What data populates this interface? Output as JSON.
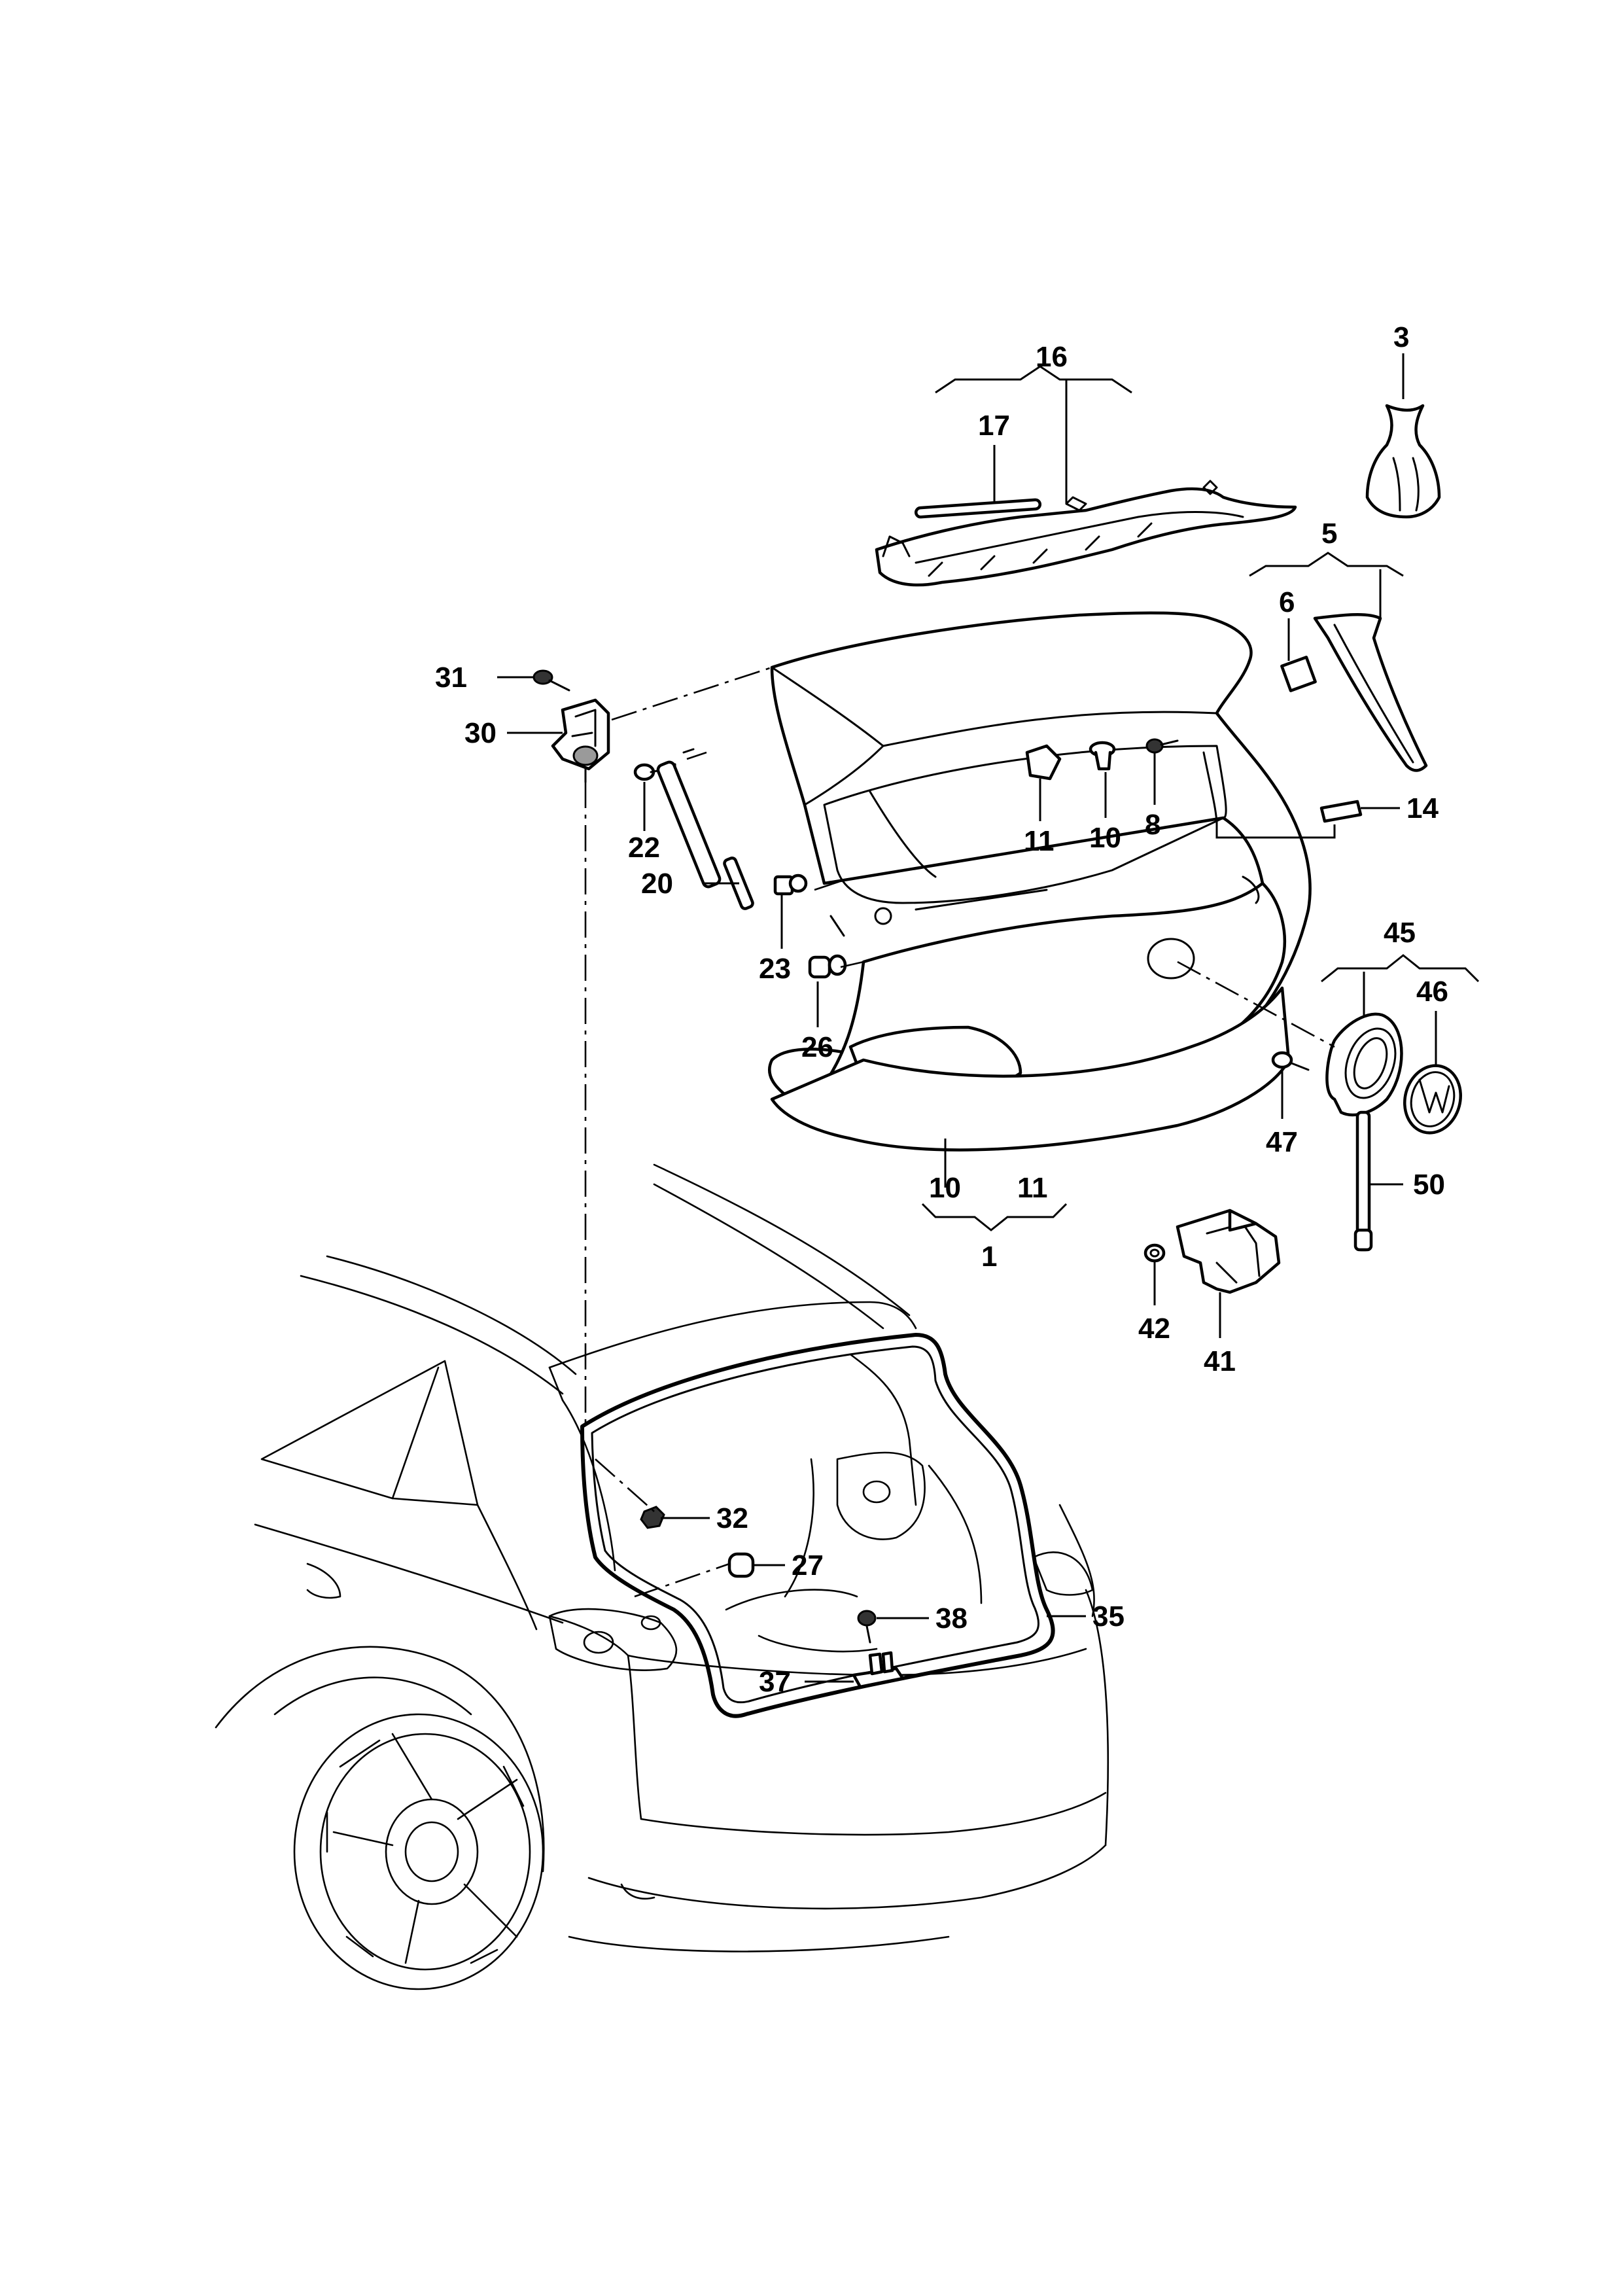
{
  "diagram": {
    "type": "exploded-parts-diagram",
    "callouts": {
      "c1": "1",
      "c3": "3",
      "c5": "5",
      "c6": "6",
      "c8": "8",
      "c10a": "10",
      "c10b": "10",
      "c11a": "11",
      "c11b": "11",
      "c14": "14",
      "c16": "16",
      "c17": "17",
      "c20": "20",
      "c22": "22",
      "c23": "23",
      "c26": "26",
      "c27": "27",
      "c30": "30",
      "c31": "31",
      "c32": "32",
      "c35": "35",
      "c37": "37",
      "c38": "38",
      "c41": "41",
      "c42": "42",
      "c45": "45",
      "c46": "46",
      "c47": "47",
      "c50": "50"
    }
  }
}
